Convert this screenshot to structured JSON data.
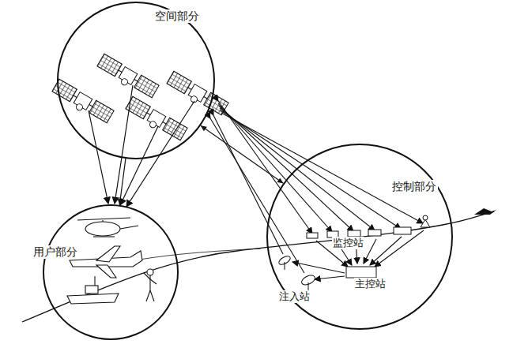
{
  "diagram": {
    "nodes": [
      {
        "text": [
          "空间部分"
        ]
      },
      {
        "text": [
          "用户部分"
        ]
      },
      {
        "text": [
          "控制部分"
        ]
      }
    ],
    "edges": [
      {
        "from": 0,
        "to": 1,
        "arrow": "to"
      },
      {
        "from": 0,
        "to": 2,
        "arrow": "both"
      }
    ],
    "labels": [
      "监控站",
      "主控站",
      "注入站"
    ]
  }
}
